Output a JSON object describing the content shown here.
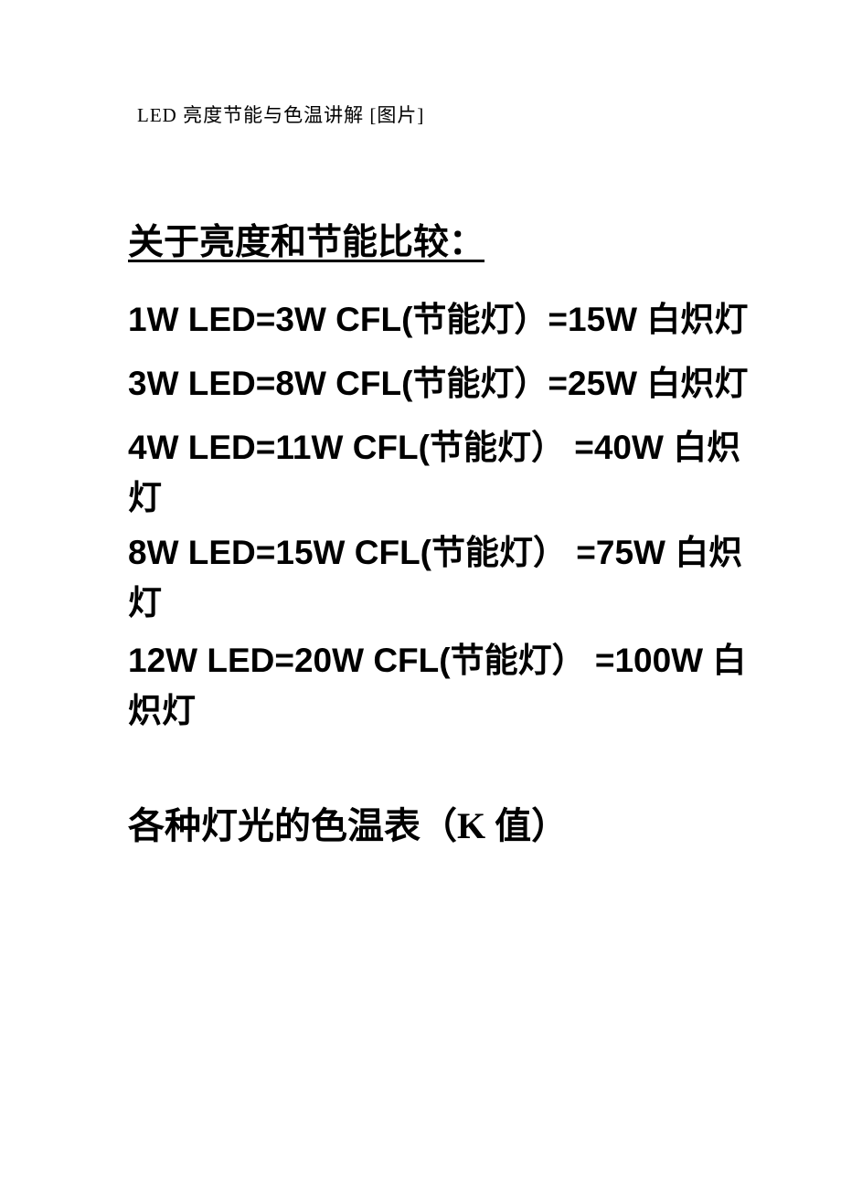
{
  "colors": {
    "background": "#ffffff",
    "text": "#000000"
  },
  "document": {
    "title": "LED 亮度节能与色温讲解 [图片]",
    "section_heading": "关于亮度和节能比较：",
    "comparisons": [
      "1W LED=3W CFL(节能灯）=15W 白炽灯",
      "3W LED=8W CFL(节能灯）=25W 白炽灯",
      "4W LED=11W CFL(节能灯） =40W 白炽灯",
      "8W LED=15W CFL(节能灯） =75W 白炽灯",
      "12W LED=20W CFL(节能灯） =100W 白炽灯"
    ],
    "color_temp_heading": "各种灯光的色温表（K 值）"
  }
}
